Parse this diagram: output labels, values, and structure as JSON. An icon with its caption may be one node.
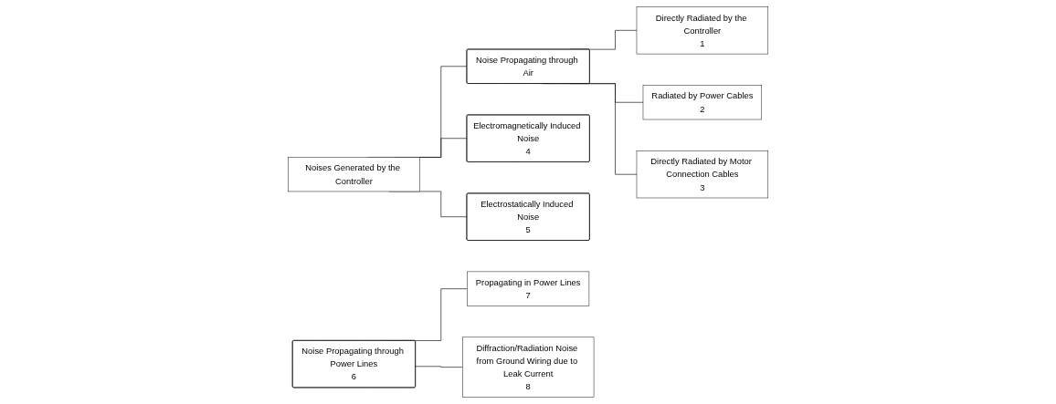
{
  "diagram": {
    "nodes": [
      {
        "text": [
          "Noises Generated by the Controller"
        ]
      },
      {
        "text": [
          "Noise Propagating through Air"
        ]
      },
      {
        "text": [
          "Directly Radiated by the Controller",
          "1"
        ]
      },
      {
        "text": [
          "Radiated by Power Cables",
          "2"
        ]
      },
      {
        "text": [
          "Directly Radiated by Motor Connection Cables",
          "3"
        ]
      },
      {
        "text": [
          "Electromagnetically Induced Noise",
          "4"
        ]
      },
      {
        "text": [
          "Electrostatically Induced Noise",
          "5"
        ]
      },
      {
        "text": [
          "Noise Propagating through Power Lines",
          "6"
        ]
      },
      {
        "text": [
          "Propagating in Power Lines",
          "7"
        ]
      },
      {
        "text": [
          "Diffraction/Radiation Noise from Ground Wiring due to Leak Current",
          "8"
        ]
      }
    ],
    "edges": [
      {
        "from": 0,
        "to": 1,
        "arrow": "none"
      },
      {
        "from": 0,
        "to": 5,
        "arrow": "none"
      },
      {
        "from": 0,
        "to": 6,
        "arrow": "none"
      },
      {
        "from": 1,
        "to": 2,
        "arrow": "none"
      },
      {
        "from": 1,
        "to": 3,
        "arrow": "none"
      },
      {
        "from": 1,
        "to": 4,
        "arrow": "none"
      },
      {
        "from": 7,
        "to": 8,
        "arrow": "none"
      },
      {
        "from": 7,
        "to": 9,
        "arrow": "none"
      }
    ]
  }
}
